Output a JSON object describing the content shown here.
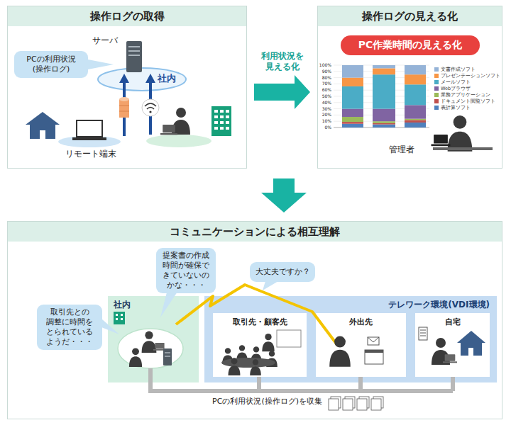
{
  "diagram": {
    "nodes": [
      {
        "text": [
          "操作ログの取得"
        ]
      },
      {
        "text": [
          "PCの利用状況 (操作ログ)"
        ],
        "in": 0
      },
      {
        "text": [
          "操作ログの見える化"
        ]
      },
      {
        "text": [
          "PC作業時間の見える化"
        ],
        "in": 2
      },
      {
        "text": [
          "コミュニケーションによる相互理解"
        ]
      },
      {
        "text": [
          "社内"
        ],
        "in": 4
      },
      {
        "text": [
          "取引先との 調整に時間を とられている ようだ・・・"
        ],
        "in": 4
      },
      {
        "text": [
          "提案書の作成 時間が確保で きていないの かな・・・"
        ],
        "in": 4
      },
      {
        "text": [
          "テレワーク環境(VDI環境)"
        ],
        "in": 4
      },
      {
        "text": [
          "大丈夫ですか？"
        ],
        "in": 4
      },
      {
        "text": [
          "取引先・顧客先"
        ],
        "in": 8
      },
      {
        "text": [
          "外出先"
        ],
        "in": 8
      },
      {
        "text": [
          "自宅"
        ],
        "in": 8
      }
    ],
    "edges": [
      {
        "from": 0,
        "to": 2,
        "arrow": "to",
        "label": "利用状況を 見える化"
      }
    ],
    "labels": [
      "サーバ",
      "社内",
      "リモート端末",
      "100%",
      "90%",
      "80%",
      "70%",
      "60%",
      "50%",
      "40%",
      "30%",
      "20%",
      "10%",
      "0%",
      "管理者",
      "PCの利用状況(操作ログ)を収集"
    ],
    "legend": [
      {
        "text": "文書作成ソフト",
        "color": "#95b3d7"
      },
      {
        "text": "プレゼンテーションソフト",
        "color": "#f79646"
      },
      {
        "text": "メールソフト",
        "color": "#4bacc6"
      },
      {
        "text": "Webブラウザ",
        "color": "#8064a2"
      },
      {
        "text": "業務アプリケーション",
        "color": "#9bbb59"
      },
      {
        "text": "ドキュメント閲覧ソフト",
        "color": "#c0504d"
      },
      {
        "text": "表計算ソフト",
        "color": "#4f81bd"
      }
    ]
  }
}
